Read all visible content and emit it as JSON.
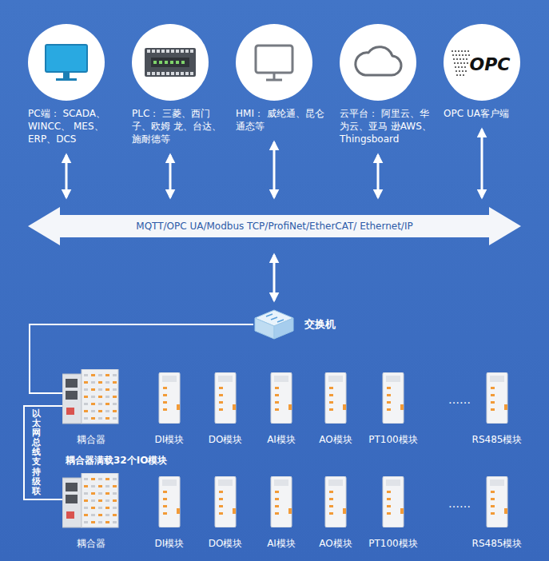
{
  "diagram": {
    "nodes": [
      {
        "text": [
          "PC端： SCADA、WINCC、 MES、ERP、DCS"
        ]
      },
      {
        "text": [
          "PLC： 三菱、西门子、欧姆 龙、台达、施耐德等"
        ]
      },
      {
        "text": [
          "HMI： 威纶通、昆仑通态等"
        ]
      },
      {
        "text": [
          "云平台： 阿里云、华为云、亚马 逊AWS、Thingsboard"
        ]
      },
      {
        "text": [
          "OPC UA客户端"
        ]
      },
      {
        "text": [
          "MQTT/OPC UA/Modbus TCP/ProfiNet/EtherCAT/ Ethernet/IP"
        ]
      },
      {
        "text": [
          "交换机"
        ]
      },
      {
        "text": [
          "耦合器"
        ]
      },
      {
        "text": [
          "DI模块"
        ]
      },
      {
        "text": [
          "DO模块"
        ]
      },
      {
        "text": [
          "AI模块"
        ]
      },
      {
        "text": [
          "AO模块"
        ]
      },
      {
        "text": [
          "PT100模块"
        ]
      },
      {
        "text": [
          "RS485模块"
        ]
      },
      {
        "text": [
          "耦合器"
        ]
      },
      {
        "text": [
          "DI模块"
        ]
      },
      {
        "text": [
          "DO模块"
        ]
      },
      {
        "text": [
          "AI模块"
        ]
      },
      {
        "text": [
          "AO模块"
        ]
      },
      {
        "text": [
          "PT100模块"
        ]
      },
      {
        "text": [
          "RS485模块"
        ]
      }
    ],
    "edges": [
      {
        "from": 0,
        "to": 5,
        "arrow": "both"
      },
      {
        "from": 1,
        "to": 5,
        "arrow": "both"
      },
      {
        "from": 2,
        "to": 5,
        "arrow": "both"
      },
      {
        "from": 3,
        "to": 5,
        "arrow": "both"
      },
      {
        "from": 4,
        "to": 5,
        "arrow": "both"
      },
      {
        "from": 5,
        "to": 6,
        "arrow": "both"
      },
      {
        "from": 6,
        "to": 7,
        "arrow": "none"
      },
      {
        "from": 7,
        "to": 14,
        "label": "以太网总线支持级联",
        "arrow": "none"
      }
    ],
    "labels": [
      "OPC",
      "……",
      "耦合器满载32个IO模块",
      "……"
    ]
  }
}
